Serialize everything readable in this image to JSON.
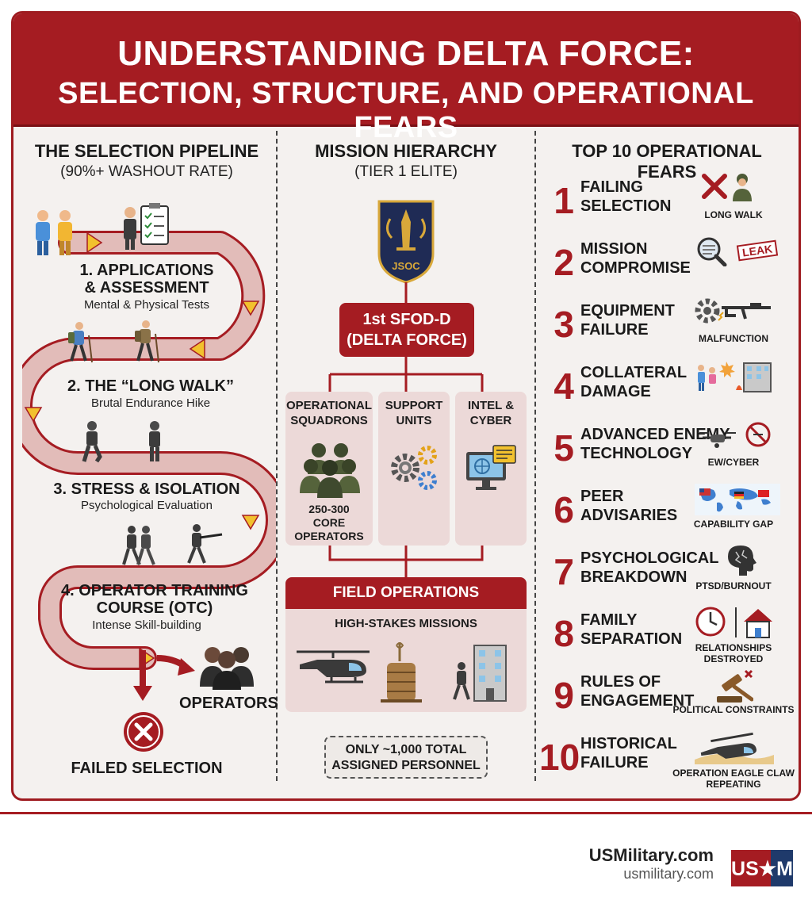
{
  "header": {
    "title_line1": "UNDERSTANDING DELTA FORCE:",
    "title_line2": "SELECTION, STRUCTURE, AND OPERATIONAL FEARS"
  },
  "pipeline": {
    "title": "THE SELECTION PIPELINE",
    "subtitle": "(90%+ WASHOUT RATE)",
    "steps": [
      {
        "title": "1. APPLICATIONS\n& ASSESSMENT",
        "sub": "Mental & Physical Tests"
      },
      {
        "title": "2. THE “LONG WALK”",
        "sub": "Brutal Endurance Hike"
      },
      {
        "title": "3. STRESS & ISOLATION",
        "sub": "Psychological Evaluation"
      },
      {
        "title": "4. OPERATOR TRAINING\nCOURSE (OTC)",
        "sub": "Intense Skill-building"
      }
    ],
    "operators_label": "OPERATORS",
    "failed_label": "FAILED SELECTION",
    "colors": {
      "path": "#d9a9a6",
      "path_edge": "#a51c22",
      "arrow": "#f2c12e"
    }
  },
  "hierarchy": {
    "title": "MISSION HIERARCHY",
    "subtitle": "(TIER 1 ELITE)",
    "badge": "JSOC",
    "unit_line1": "1st SFOD-D",
    "unit_line2": "(DELTA FORCE)",
    "branches": [
      {
        "title": "OPERATIONAL\nSQUADRONS",
        "note": "250-300\nCORE\nOPERATORS",
        "icon": "soldiers-group-icon"
      },
      {
        "title": "SUPPORT\nUNITS",
        "note": "",
        "icon": "gears-icon"
      },
      {
        "title": "INTEL &\nCYBER",
        "note": "",
        "icon": "computer-icon"
      }
    ],
    "field_title": "FIELD OPERATIONS",
    "field_sub": "HIGH-STAKES MISSIONS",
    "total_note": "ONLY ~1,000 TOTAL\nASSIGNED PERSONNEL"
  },
  "fears": {
    "title": "TOP 10 OPERATIONAL FEARS",
    "items": [
      {
        "num": "1",
        "label": "FAILING\nSELECTION",
        "caption": "LONG WALK",
        "icon": "x-soldier-icon"
      },
      {
        "num": "2",
        "label": "MISSION\nCOMPROMISE",
        "caption": "LEAK",
        "icon": "magnifier-leak-icon"
      },
      {
        "num": "3",
        "label": "EQUIPMENT\nFAILURE",
        "caption": "MALFUNCTION",
        "icon": "gear-rifle-icon"
      },
      {
        "num": "4",
        "label": "COLLATERAL\nDAMAGE",
        "caption": "",
        "icon": "civilians-building-icon"
      },
      {
        "num": "5",
        "label": "ADVANCED ENEMY\nTECHNOLOGY",
        "caption": "EW/CYBER",
        "icon": "drone-icon"
      },
      {
        "num": "6",
        "label": "PEER\nADVISARIES",
        "caption": "CAPABILITY GAP",
        "icon": "world-map-icon"
      },
      {
        "num": "7",
        "label": "PSYCHOLOGICAL\nBREAKDOWN",
        "caption": "PTSD/BURNOUT",
        "icon": "head-icon"
      },
      {
        "num": "8",
        "label": "FAMILY\nSEPARATION",
        "caption": "RELATIONSHIPS DESTROYED",
        "icon": "clock-house-icon"
      },
      {
        "num": "9",
        "label": "RULES OF\nENGAGEMENT",
        "caption": "POLITICAL CONSTRAINTS",
        "icon": "gavel-icon"
      },
      {
        "num": "10",
        "label": "HISTORICAL\nFAILURE",
        "caption": "OPERATION EAGLE CLAW\nREPEATING",
        "icon": "crashed-helicopter-icon"
      }
    ]
  },
  "footer": {
    "brand": "USMilitary.com",
    "url": "usmilitary.com",
    "logo_text": "US★M"
  },
  "colors": {
    "accent": "#a51c22",
    "panel": "#ecd9d8",
    "background": "#f4f1ef"
  }
}
